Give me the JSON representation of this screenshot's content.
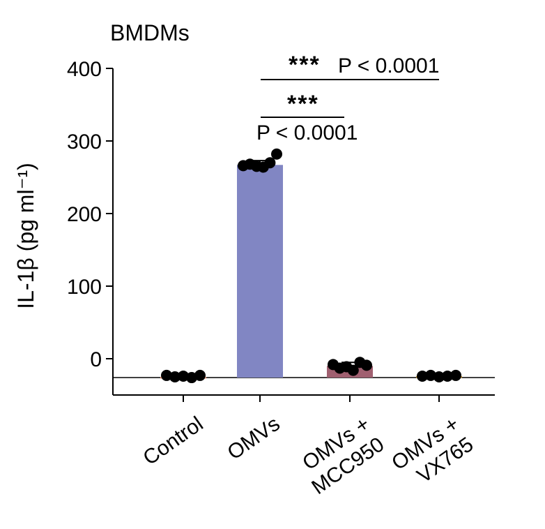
{
  "chart_data": {
    "type": "bar",
    "title": "BMDMs",
    "ylabel": "IL-1β (pg ml⁻¹)",
    "xlabel": "",
    "ylim": [
      -50,
      400
    ],
    "yticks": [
      "400",
      "300",
      "200",
      "100",
      "0"
    ],
    "categories": [
      {
        "line1": "Control",
        "line2": ""
      },
      {
        "line1": "OMVs",
        "line2": ""
      },
      {
        "line1": "OMVs +",
        "line2": "MCC950"
      },
      {
        "line1": "OMVs +",
        "line2": "VX765"
      }
    ],
    "values": [
      -25,
      267,
      -10,
      -24
    ],
    "error": [
      1,
      6,
      5,
      1
    ],
    "colors": [
      "#e79a7c",
      "#8186c3",
      "#a06070",
      "#c89a3c"
    ],
    "points": [
      [
        -23,
        -25,
        -24,
        -26,
        -23
      ],
      [
        266,
        268,
        265,
        264,
        270,
        282
      ],
      [
        -8,
        -13,
        -11,
        -16,
        -5,
        -9
      ],
      [
        -24,
        -23,
        -25,
        -24,
        -23
      ]
    ],
    "annotations": [
      {
        "stars": "***",
        "text": "P < 0.0001",
        "from": 1,
        "to": 3
      },
      {
        "stars": "***",
        "text": "P < 0.0001",
        "from": 1,
        "to": 2
      }
    ]
  }
}
